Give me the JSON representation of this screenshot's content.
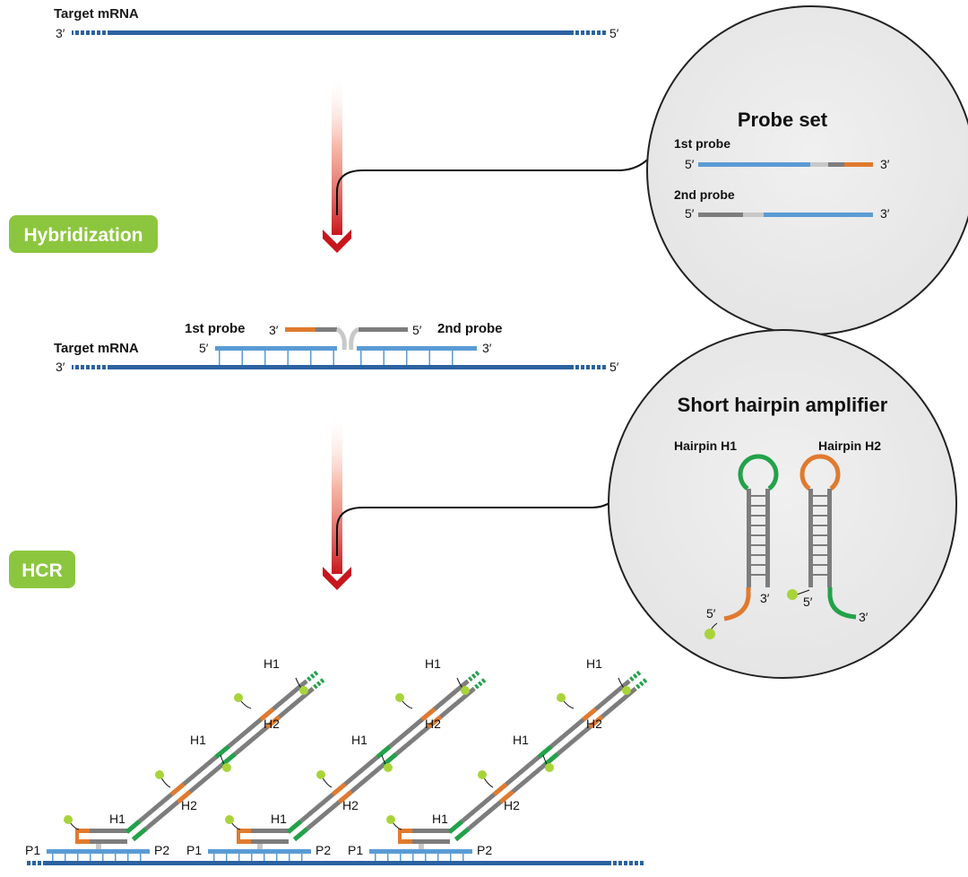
{
  "diagram": {
    "section1": {
      "target_label": "Target mRNA",
      "end_left": "3′",
      "end_right": "5′"
    },
    "step1": {
      "label": "Hybridization"
    },
    "probe_set": {
      "title": "Probe set",
      "probe1_label": "1st probe",
      "probe2_label": "2nd probe",
      "five_prime": "5′",
      "three_prime": "3′"
    },
    "section2": {
      "target_label": "Target mRNA",
      "probe1_label": "1st probe",
      "probe2_label": "2nd probe",
      "end_left": "3′",
      "end_right": "5′",
      "p1_left": "5′",
      "p1_right": "3′",
      "p2_left": "3′",
      "p2_right": "5′"
    },
    "step2": {
      "label": "HCR"
    },
    "amplifier": {
      "title": "Short hairpin amplifier",
      "h1_label": "Hairpin H1",
      "h2_label": "Hairpin H2",
      "five_prime": "5′",
      "three_prime": "3′"
    },
    "section3": {
      "h1": "H1",
      "h2": "H2",
      "p1": "P1",
      "p2": "P2"
    },
    "colors": {
      "mrna": "#2b62a0",
      "probe": "#5a9bd5",
      "orange": "#e07a2e",
      "green": "#22a24a",
      "gray": "#7d7d7d",
      "light_gray": "#c8c8c8",
      "step_badge": "#8cc63f",
      "arrow": "#c8161d",
      "fluor": "#a8d43a"
    }
  }
}
